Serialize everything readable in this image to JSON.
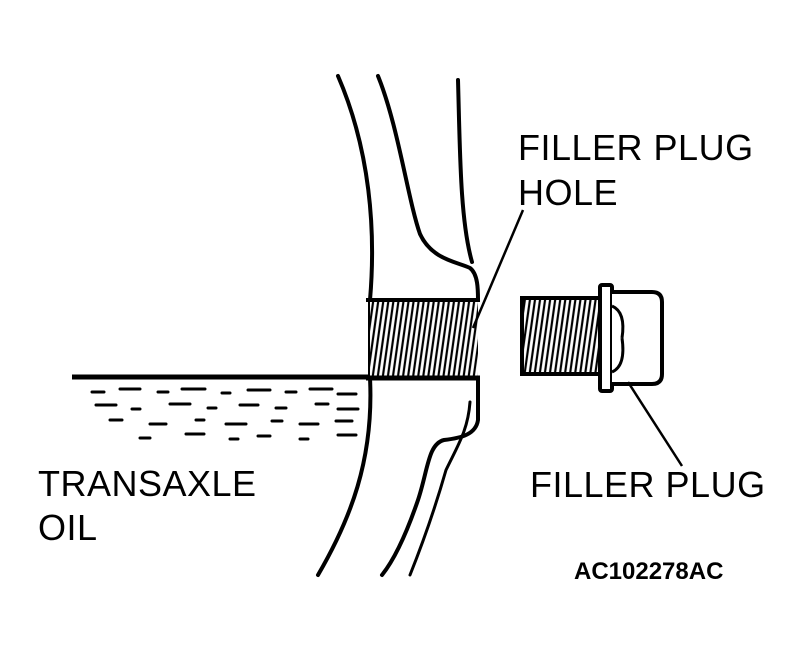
{
  "labels": {
    "filler_plug_hole_line1": "FILLER PLUG",
    "filler_plug_hole_line2": "HOLE",
    "transaxle_oil_line1": "TRANSAXLE",
    "transaxle_oil_line2": "OIL",
    "filler_plug": "FILLER PLUG",
    "figure_code": "AC102278AC"
  },
  "colors": {
    "ink": "#000000",
    "background": "#ffffff"
  }
}
